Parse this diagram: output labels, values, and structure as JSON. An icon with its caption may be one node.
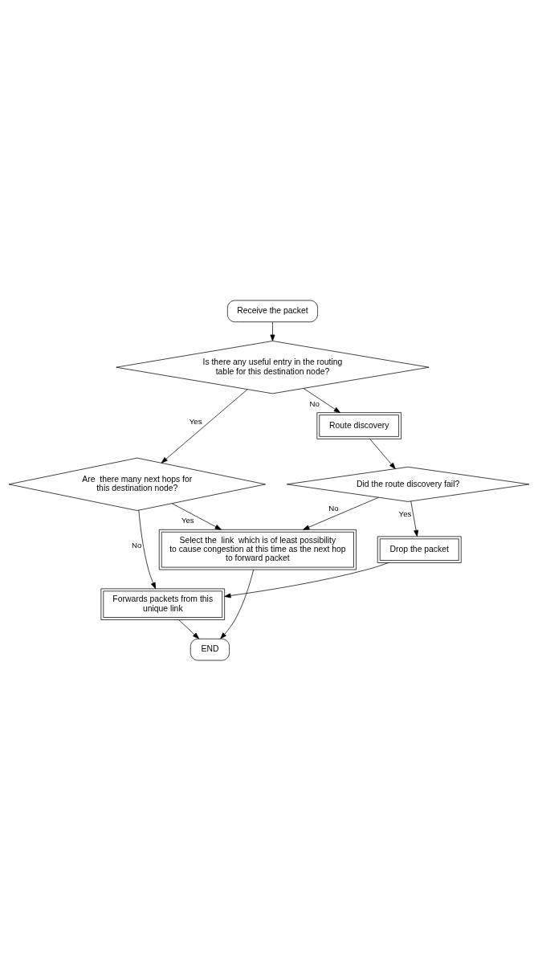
{
  "diagram": {
    "nodes": [
      {
        "text": [
          "Receive the packet"
        ]
      },
      {
        "text": [
          "Is there any useful entry in the routing table for this destination node?"
        ]
      },
      {
        "text": [
          "Are  there many next hops for this destination node?"
        ]
      },
      {
        "text": [
          "Route discovery"
        ]
      },
      {
        "text": [
          "Did the route discovery fail?"
        ]
      },
      {
        "text": [
          "Drop the packet"
        ]
      },
      {
        "text": [
          "Select the  link  which is of least possibility to cause congestion at this time as the next hop to forward packet"
        ]
      },
      {
        "text": [
          "Forwards packets from this unique link"
        ]
      },
      {
        "text": [
          "END"
        ]
      }
    ],
    "edges": [
      {
        "from": 0,
        "to": 1,
        "arrow": "to"
      },
      {
        "from": 1,
        "to": 2,
        "arrow": "to",
        "label": "Yes"
      },
      {
        "from": 1,
        "to": 3,
        "arrow": "to",
        "label": "No"
      },
      {
        "from": 2,
        "to": 7,
        "arrow": "to",
        "label": "No"
      },
      {
        "from": 2,
        "to": 6,
        "arrow": "to",
        "label": "Yes"
      },
      {
        "from": 3,
        "to": 4,
        "arrow": "to"
      },
      {
        "from": 4,
        "to": 5,
        "arrow": "to",
        "label": "Yes"
      },
      {
        "from": 4,
        "to": 6,
        "arrow": "to",
        "label": "No"
      },
      {
        "from": 5,
        "to": 7,
        "arrow": "to"
      },
      {
        "from": 6,
        "to": 8,
        "arrow": "to"
      },
      {
        "from": 7,
        "to": 8,
        "arrow": "to"
      }
    ]
  }
}
